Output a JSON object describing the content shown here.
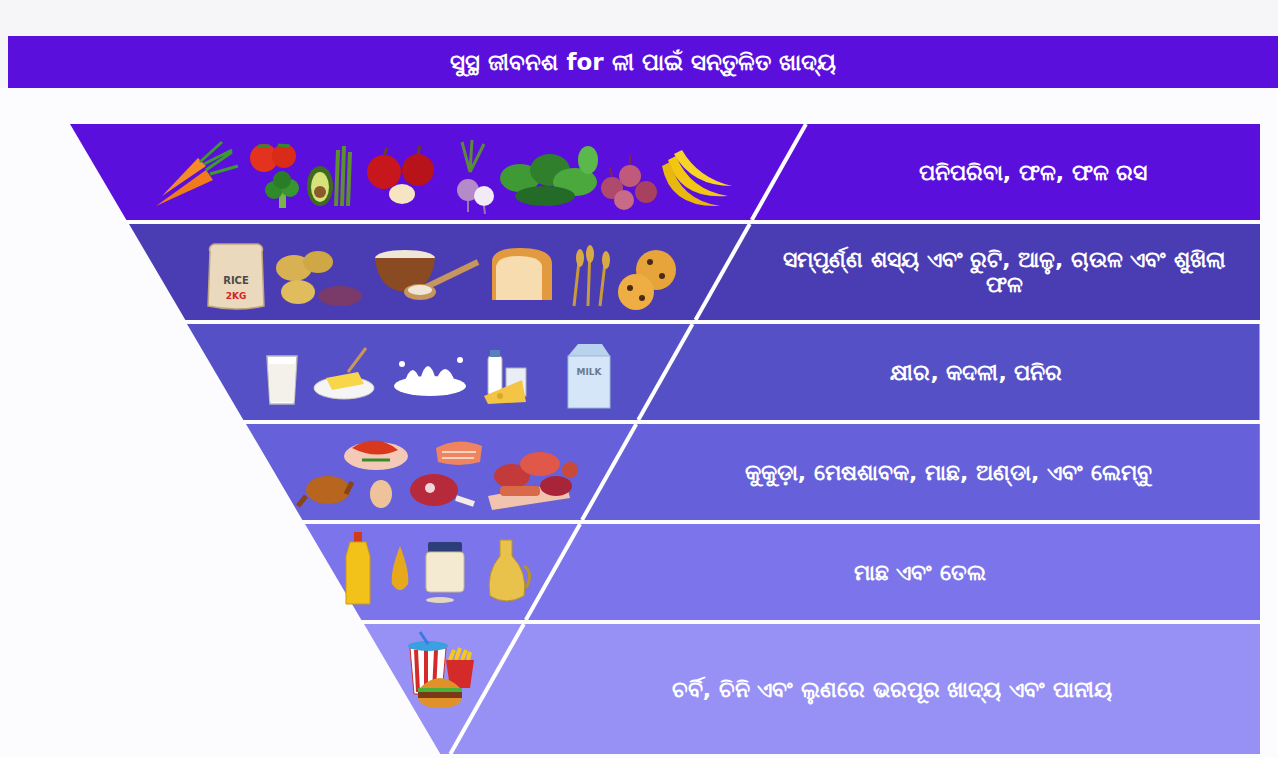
{
  "diagram": {
    "title": "ସୁସ୍ଥ ଜୀବନଶ for ଳୀ ପାଇଁ ସନ୍ତୁଳିତ ଖାଦ୍ୟ",
    "nodes": [
      {
        "text": [
          "ପନିପରିବା, ଫଳ, ଫଳ ରସ"
        ]
      },
      {
        "text": [
          "ସମ୍ପୂର୍ଣ୍ଣ ଶସ୍ୟ ଏବଂ ରୁଟି, ଆଳୁ, ଚାଉଳ ଏବଂ ଶୁଖିଲା ଫଳ"
        ]
      },
      {
        "text": [
          "କ୍ଷୀର, କଦଳୀ, ପନିର"
        ]
      },
      {
        "text": [
          "କୁକୁଡ଼ା, ମେଷଶାବକ, ମାଛ, ଅଣ୍ଡା, ଏବଂ ଲେମ୍ବୁ"
        ]
      },
      {
        "text": [
          "ମାଛ ଏବଂ ତେଲ"
        ]
      },
      {
        "text": [
          "ଚର୍ବି, ଚିନି ଏବଂ ଲୁଣରେ ଭରପୂର ଖାଦ୍ୟ ଏବଂ ପାନୀୟ"
        ]
      }
    ],
    "labels": [
      "RICE",
      "2KG",
      "MILK"
    ]
  }
}
